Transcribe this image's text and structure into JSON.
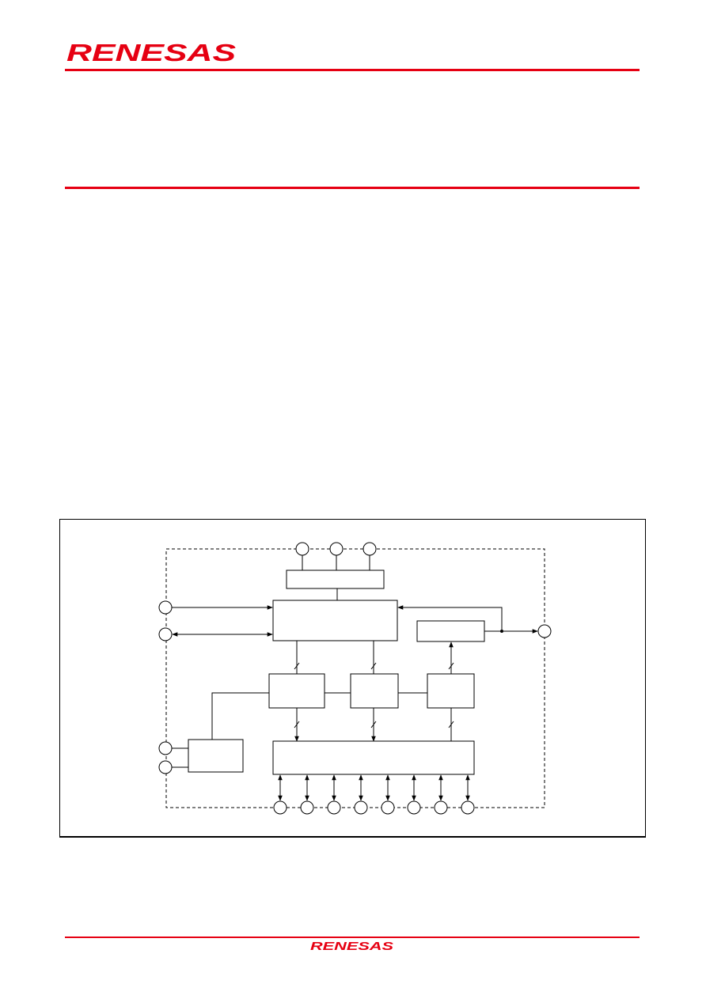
{
  "header": {
    "logo_text": "RENESAS",
    "rule_color": "#e60012"
  },
  "footer": {
    "logo_text": "RENESAS"
  },
  "colors": {
    "brand": "#e60012",
    "line": "#000000"
  },
  "figure": {
    "blocks": [
      "top-register",
      "central-block",
      "right-block",
      "mid-left-block",
      "mid-center-block",
      "mid-right-block",
      "bottom-bus-block",
      "side-block"
    ],
    "top_pins": 3,
    "left_pins": 2,
    "right_pins": 1,
    "side_block_pins": 2,
    "bottom_pins": 8
  }
}
